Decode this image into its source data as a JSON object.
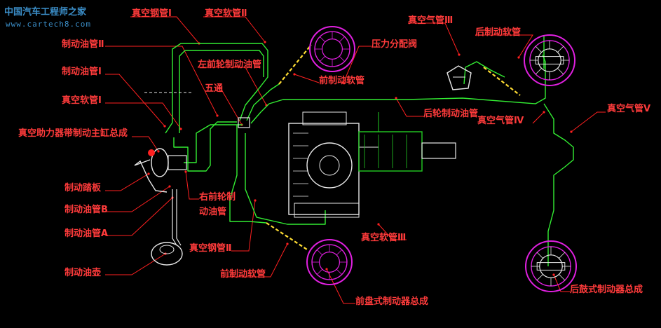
{
  "watermark": {
    "title": "中国汽车工程师之家",
    "url": "www.cartech8.com"
  },
  "labels": {
    "vac_steel_1": "真空钢管Ⅰ",
    "vac_hose_2": "真空软管Ⅱ",
    "brake_pipe_2": "制动油管Ⅱ",
    "left_front_pipe": "左前轮制动油管",
    "brake_pipe_1": "制动油管Ⅰ",
    "five_way": "五通",
    "vac_hose_1": "真空软管Ⅰ",
    "booster_master": "真空助力器带制动主缸总成",
    "brake_pedal": "制动踏板",
    "brake_pipe_b": "制动油管B",
    "brake_pipe_a": "制动油管A",
    "brake_reservoir": "制动油壶",
    "right_front_pipe_1": "右前轮制",
    "right_front_pipe_2": "动油管",
    "vac_steel_2": "真空钢管Ⅱ",
    "front_hose_bottom": "前制动软管",
    "front_disc_assy": "前盘式制动器总成",
    "vac_hose_3": "真空软管Ⅲ",
    "front_hose_top": "前制动软管",
    "pressure_valve": "压力分配阀",
    "vac_air_3": "真空气管Ⅲ",
    "rear_hose": "后制动软管",
    "rear_pipe": "后轮制动油管",
    "vac_air_4": "真空气管Ⅳ",
    "vac_air_5": "真空气管Ⅴ",
    "rear_drum_assy": "后鼓式制动器总成"
  },
  "colors": {
    "background": "#000000",
    "label": "#ff3b3b",
    "leader": "#ff2020",
    "pipe": "#33ee33",
    "hose": "#ffdd33",
    "wheel": "#e020e0",
    "engine": "#e8e8e8",
    "gearbox": "#22cc22",
    "watermark": "#3b8ec8"
  }
}
